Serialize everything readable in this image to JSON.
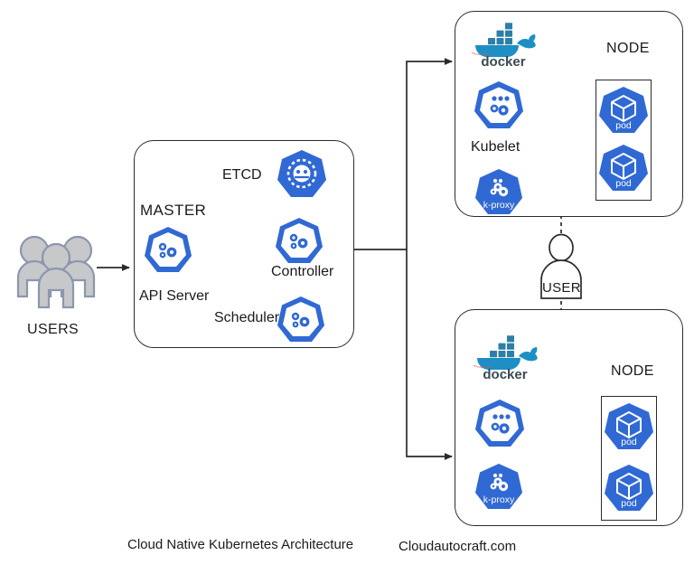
{
  "diagram": {
    "title": "Cloud Native Kubernetes Architecture",
    "watermark": "Cloudautocraft.com",
    "colors": {
      "kube_blue": "#3069d3",
      "kube_blue_dark": "#2a5fc4",
      "docker_teal": "#2396ed",
      "docker_whale": "#1d8fc4",
      "user_gray": "#c6c8ca",
      "user_stroke": "#8b97ad",
      "line": "#2b2b2b",
      "text": "#1b1b1b"
    }
  },
  "users": {
    "label": "USERS",
    "icon": "users-group-icon"
  },
  "master": {
    "label": "MASTER",
    "components": [
      {
        "id": "etcd",
        "label": "ETCD",
        "icon": "kubernetes-etcd-icon"
      },
      {
        "id": "api_server",
        "label": "API Server",
        "icon": "kubernetes-apiserver-icon"
      },
      {
        "id": "controller",
        "label": "Controller",
        "icon": "kubernetes-controller-icon"
      },
      {
        "id": "scheduler",
        "label": "Scheduler",
        "icon": "kubernetes-scheduler-icon"
      }
    ]
  },
  "user_actor": {
    "label": "USER",
    "icon": "user-actor-icon"
  },
  "nodes": [
    {
      "id": "node_top",
      "label": "NODE",
      "docker": {
        "label": "docker",
        "icon": "docker-whale-icon"
      },
      "kubelet": {
        "label": "Kubelet",
        "icon": "kubernetes-kubelet-icon"
      },
      "kproxy": {
        "label": "k-proxy",
        "icon": "kubernetes-kproxy-icon"
      },
      "pods": [
        {
          "label": "pod",
          "icon": "kubernetes-pod-icon"
        },
        {
          "label": "pod",
          "icon": "kubernetes-pod-icon"
        }
      ]
    },
    {
      "id": "node_bottom",
      "label": "NODE",
      "docker": {
        "label": "docker",
        "icon": "docker-whale-icon"
      },
      "kubelet": {
        "label": "",
        "icon": "kubernetes-kubelet-icon"
      },
      "kproxy": {
        "label": "k-proxy",
        "icon": "kubernetes-kproxy-icon"
      },
      "pods": [
        {
          "label": "pod",
          "icon": "kubernetes-pod-icon"
        },
        {
          "label": "pod",
          "icon": "kubernetes-pod-icon"
        }
      ]
    }
  ]
}
